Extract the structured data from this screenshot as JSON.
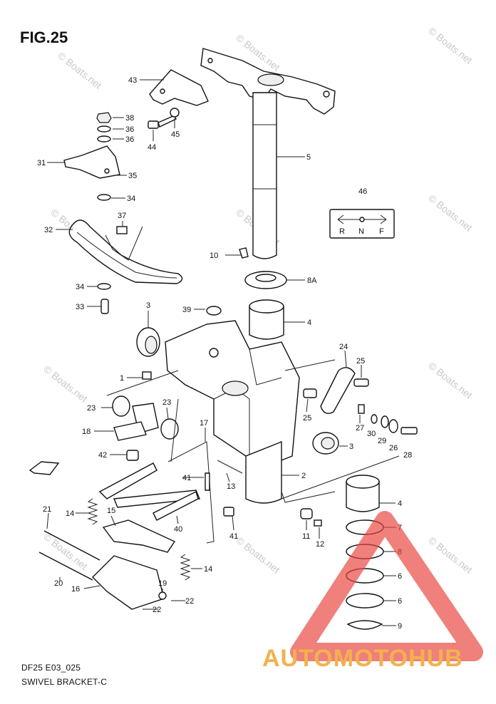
{
  "figure": {
    "title": "FIG.25",
    "code": "DF25 E03_025",
    "name": "SWIVEL BRACKET-C"
  },
  "watermark": {
    "text": "© Boats.net",
    "color": "#c8c8c8"
  },
  "logo": {
    "text": "AUTOMOTOHUB",
    "colors": {
      "primary": "#f2a93b",
      "secondary": "#e23b3b",
      "triangle": "#e8443e"
    }
  },
  "shift_plate": {
    "number": "46",
    "labels": [
      "R",
      "N",
      "F"
    ]
  },
  "callouts": [
    {
      "id": "43",
      "label": "43"
    },
    {
      "id": "38",
      "label": "38"
    },
    {
      "id": "36a",
      "label": "36"
    },
    {
      "id": "36b",
      "label": "36"
    },
    {
      "id": "45",
      "label": "45"
    },
    {
      "id": "44",
      "label": "44"
    },
    {
      "id": "31",
      "label": "31"
    },
    {
      "id": "35",
      "label": "35"
    },
    {
      "id": "34a",
      "label": "34"
    },
    {
      "id": "37",
      "label": "37"
    },
    {
      "id": "32",
      "label": "32"
    },
    {
      "id": "5",
      "label": "5"
    },
    {
      "id": "10",
      "label": "10"
    },
    {
      "id": "8A",
      "label": "8A"
    },
    {
      "id": "34b",
      "label": "34"
    },
    {
      "id": "33",
      "label": "33"
    },
    {
      "id": "3a",
      "label": "3"
    },
    {
      "id": "39",
      "label": "39"
    },
    {
      "id": "4a",
      "label": "4"
    },
    {
      "id": "1",
      "label": "1"
    },
    {
      "id": "24",
      "label": "24"
    },
    {
      "id": "25a",
      "label": "25"
    },
    {
      "id": "25b",
      "label": "25"
    },
    {
      "id": "23a",
      "label": "23"
    },
    {
      "id": "23b",
      "label": "23"
    },
    {
      "id": "18",
      "label": "18"
    },
    {
      "id": "17",
      "label": "17"
    },
    {
      "id": "27",
      "label": "27"
    },
    {
      "id": "30",
      "label": "30"
    },
    {
      "id": "29",
      "label": "29"
    },
    {
      "id": "26",
      "label": "26"
    },
    {
      "id": "28",
      "label": "28"
    },
    {
      "id": "3b",
      "label": "3"
    },
    {
      "id": "42",
      "label": "42"
    },
    {
      "id": "2",
      "label": "2"
    },
    {
      "id": "41a",
      "label": "41"
    },
    {
      "id": "13",
      "label": "13"
    },
    {
      "id": "4b",
      "label": "4"
    },
    {
      "id": "21",
      "label": "21"
    },
    {
      "id": "14a",
      "label": "14"
    },
    {
      "id": "15",
      "label": "15"
    },
    {
      "id": "40",
      "label": "40"
    },
    {
      "id": "41b",
      "label": "41"
    },
    {
      "id": "11",
      "label": "11"
    },
    {
      "id": "12",
      "label": "12"
    },
    {
      "id": "7",
      "label": "7"
    },
    {
      "id": "8",
      "label": "8"
    },
    {
      "id": "6a",
      "label": "6"
    },
    {
      "id": "6b",
      "label": "6"
    },
    {
      "id": "9",
      "label": "9"
    },
    {
      "id": "14b",
      "label": "14"
    },
    {
      "id": "20",
      "label": "20"
    },
    {
      "id": "16",
      "label": "16"
    },
    {
      "id": "19",
      "label": "19"
    },
    {
      "id": "22a",
      "label": "22"
    },
    {
      "id": "22b",
      "label": "22"
    }
  ]
}
